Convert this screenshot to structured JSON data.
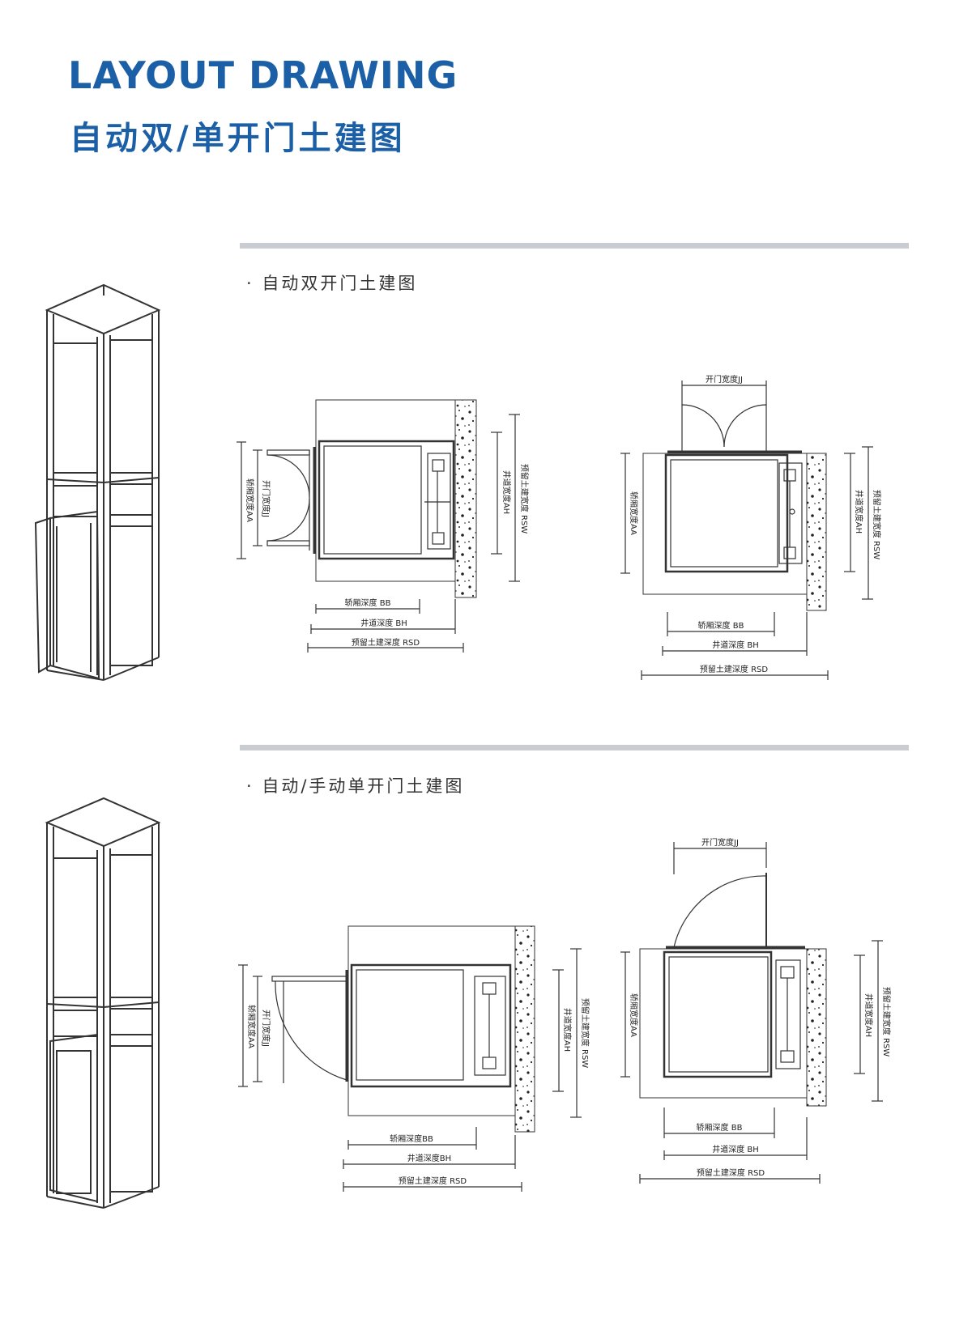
{
  "header": {
    "title_en": "LAYOUT DRAWING",
    "title_cn": "自动双/单开门土建图"
  },
  "sections": [
    {
      "title": "· 自动双开门土建图",
      "left_plan": {
        "dim_car_width": "轿厢宽度AA",
        "dim_door_width": "开门宽度JJ",
        "dim_shaft_width": "井道宽度AH",
        "dim_reserved_width": "预留土建宽度 RSW",
        "dim_car_depth": "轿厢深度 BB",
        "dim_shaft_depth": "井道深度 BH",
        "dim_reserved_depth": "预留土建深度 RSD"
      },
      "right_plan": {
        "dim_door_width": "开门宽度JJ",
        "dim_car_width": "轿厢宽度AA",
        "dim_shaft_width": "井道宽度AH",
        "dim_reserved_width": "预留土建宽度 RSW",
        "dim_car_depth": "轿厢深度 BB",
        "dim_shaft_depth": "井道深度 BH",
        "dim_reserved_depth": "预留土建深度 RSD"
      }
    },
    {
      "title": "· 自动/手动单开门土建图",
      "left_plan": {
        "dim_car_width": "轿厢宽度AA",
        "dim_door_width": "开门宽度JJ",
        "dim_shaft_width": "井道宽度AH",
        "dim_reserved_width": "预留土建宽度 RSW",
        "dim_car_depth": "轿厢深度BB",
        "dim_shaft_depth": "井道深度BH",
        "dim_reserved_depth": "预留土建深度 RSD"
      },
      "right_plan": {
        "dim_door_width": "开门宽度JJ",
        "dim_car_width": "轿厢宽度AA",
        "dim_shaft_width": "井道宽度AH",
        "dim_reserved_width": "预留土建宽度 RSW",
        "dim_car_depth": "轿厢深度 BB",
        "dim_shaft_depth": "井道深度 BH",
        "dim_reserved_depth": "预留土建深度 RSD"
      }
    }
  ],
  "colors": {
    "title_blue": "#1b5fa6",
    "rule_gray": "#c9ccd0",
    "line": "#333333"
  }
}
